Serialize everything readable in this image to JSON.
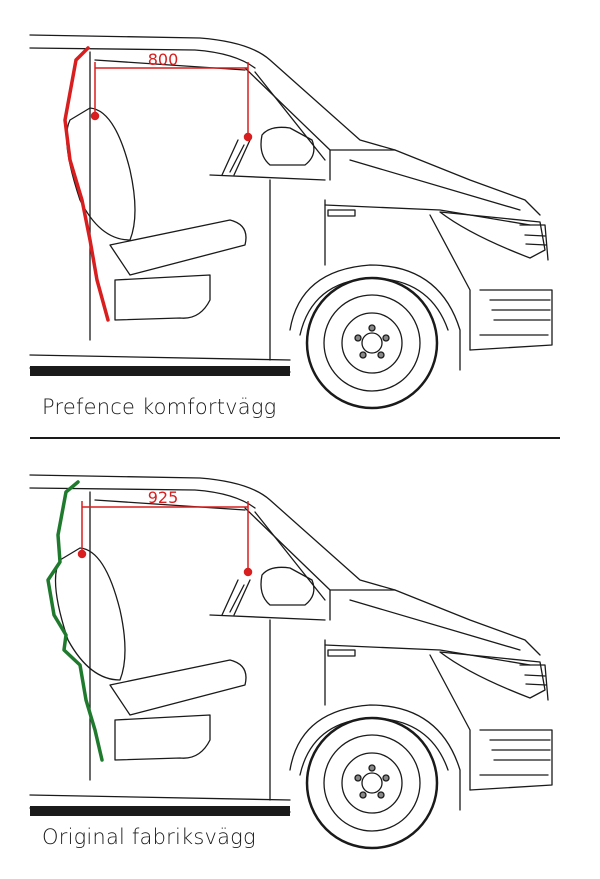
{
  "panels": [
    {
      "caption": "Prefence komfortvägg",
      "dimension": "800",
      "wall_color": "#d81e1e"
    },
    {
      "caption": "Original fabriksvägg",
      "dimension": "925",
      "wall_color": "#1f7a2e"
    }
  ],
  "dimension_color": "#d81e1e",
  "line_color": "#1a1a1a"
}
